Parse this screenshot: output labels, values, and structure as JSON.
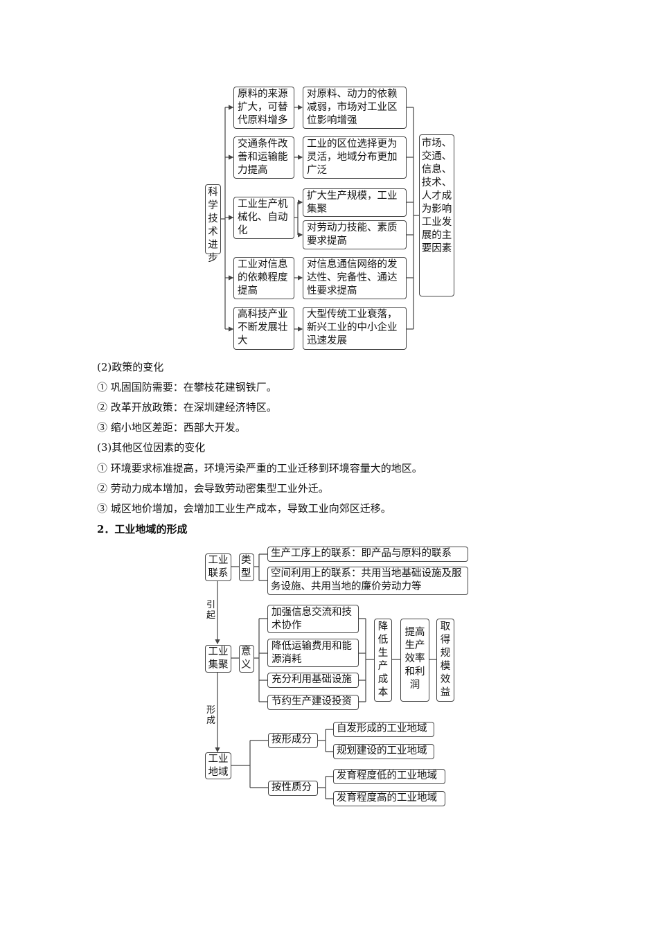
{
  "diagram1": {
    "root": "科学技术进步",
    "causes": [
      "原料的来源扩大，可替代原料增多",
      "交通条件改善和运输能力提高",
      "工业生产机械化、自动化",
      "工业对信息的依赖程度提高",
      "高科技产业不断发展壮大"
    ],
    "effects": [
      "对原料、动力的依赖减弱，市场对工业区位影响增强",
      "工业的区位选择更为灵活，地域分布更加广泛",
      "扩大生产规模，工业集聚",
      "对劳动力技能、素质要求提高",
      "对信息通信网络的发达性、完备性、通达性要求提高",
      "大型传统工业衰落，新兴工业的中小企业迅速发展"
    ],
    "result": "市场、交通、信息、技术、人才成为影响工业发展的主要因素"
  },
  "text": {
    "policy_heading": "(2)政策的变化",
    "policy_items": [
      "① 巩固国防需要：在攀枝花建钢铁厂。",
      "② 改革开放政策：在深圳建经济特区。",
      "③ 缩小地区差距：西部大开发。"
    ],
    "other_heading": "(3)其他区位因素的变化",
    "other_items": [
      "① 环境要求标准提高，环境污染严重的工业迁移到环境容量大的地区。",
      "② 劳动力成本增加，会导致劳动密集型工业外迁。",
      "③ 城区地价增加，会增加工业生产成本，导致工业向郊区迁移。"
    ],
    "section2": "2．工业地域的形成"
  },
  "diagram2": {
    "linkage": "工业联系",
    "type_label": "类型",
    "types": [
      "生产工序上的联系：即产品与原料的联系",
      "空间利用上的联系：共用当地基础设施及服务设施、共用当地的廉价劳动力等"
    ],
    "arrow1": "引起",
    "agglomeration": "工业集聚",
    "meaning_label": "意义",
    "meanings": [
      "加强信息交流和技术协作",
      "降低运输费用和能源消耗",
      "充分利用基础设施",
      "节约生产建设投资"
    ],
    "chain": [
      "降低生产成本",
      "提高生产效率和利润",
      "取得规模效益"
    ],
    "arrow2": "形成",
    "region": "工业地域",
    "by_formation": "按形成分",
    "formation_types": [
      "自发形成的工业地域",
      "规划建设的工业地域"
    ],
    "by_nature": "按性质分",
    "nature_types": [
      "发育程度低的工业地域",
      "发育程度高的工业地域"
    ]
  }
}
